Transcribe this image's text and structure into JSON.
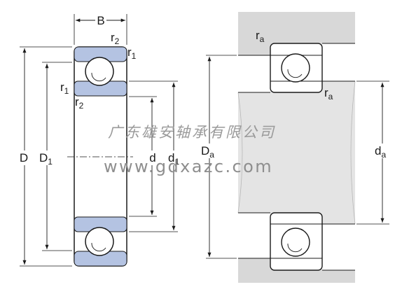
{
  "labels": {
    "B": "B",
    "r": "r",
    "sub_1": "1",
    "sub_2": "2",
    "sub_a": "a",
    "D": "D",
    "d": "d"
  },
  "watermark": {
    "company": "广东雄安轴承有限公司",
    "url": "www.gdxazc.com"
  },
  "colors": {
    "ring_fill": "#b4c3e2",
    "housing_gray": "#d8d8d8",
    "shaft_gray": "#e4e4e4",
    "line": "#1a1a1a"
  }
}
